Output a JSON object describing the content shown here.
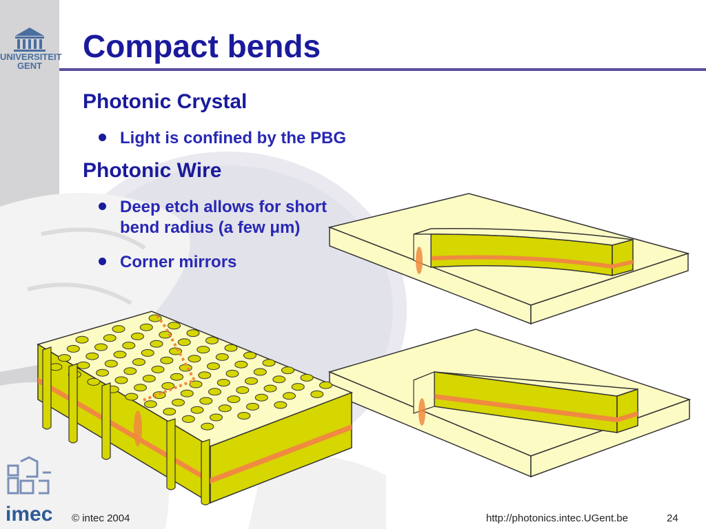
{
  "title": "Compact bends",
  "sections": [
    {
      "heading": "Photonic Crystal",
      "bullets": [
        "Light is confined by the PBG"
      ]
    },
    {
      "heading": "Photonic Wire",
      "bullets": [
        "Deep etch allows for short",
        "bend radius (a few μm)",
        "Corner mirrors"
      ]
    }
  ],
  "logos": {
    "university_line1": "UNIVERSITEIT",
    "university_line2": "GENT",
    "university_icon": "building-icon",
    "imec_text": "imec",
    "imec_icon": "imec-maze-icon"
  },
  "footer": {
    "copyright": "© intec 2004",
    "url": "http://photonics.intec.UGent.be",
    "page": "24"
  },
  "colors": {
    "title": "#1a1a9c",
    "bullet_text": "#2828b4",
    "rule": "#5a4ea0",
    "sidebar": "#d4d4d6",
    "slab_top": "#fdfbc4",
    "slab_side": "#d6d600",
    "core_stripe": "#f08a40"
  }
}
